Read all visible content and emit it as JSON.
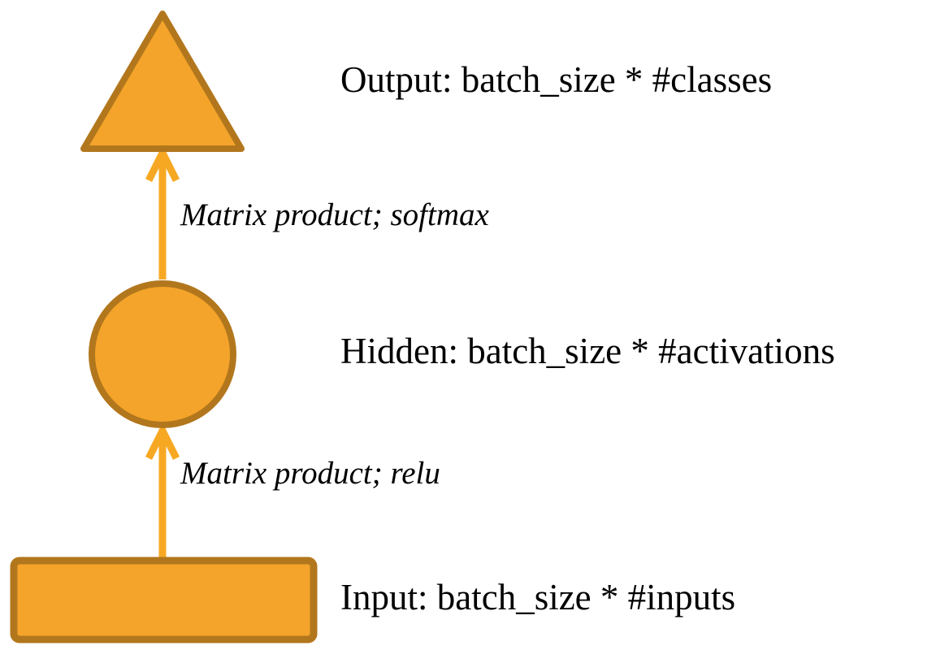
{
  "diagram": {
    "type": "neural-network-layer-diagram",
    "colors": {
      "node_fill": "#F4A42A",
      "node_stroke": "#B2771D",
      "arrow": "#F7A823",
      "text": "#000000",
      "background": "#FFFFFF"
    },
    "nodes": [
      {
        "id": "output",
        "shape": "triangle",
        "label": "Output: batch_size * #classes"
      },
      {
        "id": "hidden",
        "shape": "circle",
        "label": "Hidden: batch_size * #activations"
      },
      {
        "id": "input",
        "shape": "rectangle",
        "label": "Input: batch_size * #inputs"
      }
    ],
    "edges": [
      {
        "from": "hidden",
        "to": "output",
        "label": "Matrix product; softmax"
      },
      {
        "from": "input",
        "to": "hidden",
        "label": "Matrix product; relu"
      }
    ]
  }
}
